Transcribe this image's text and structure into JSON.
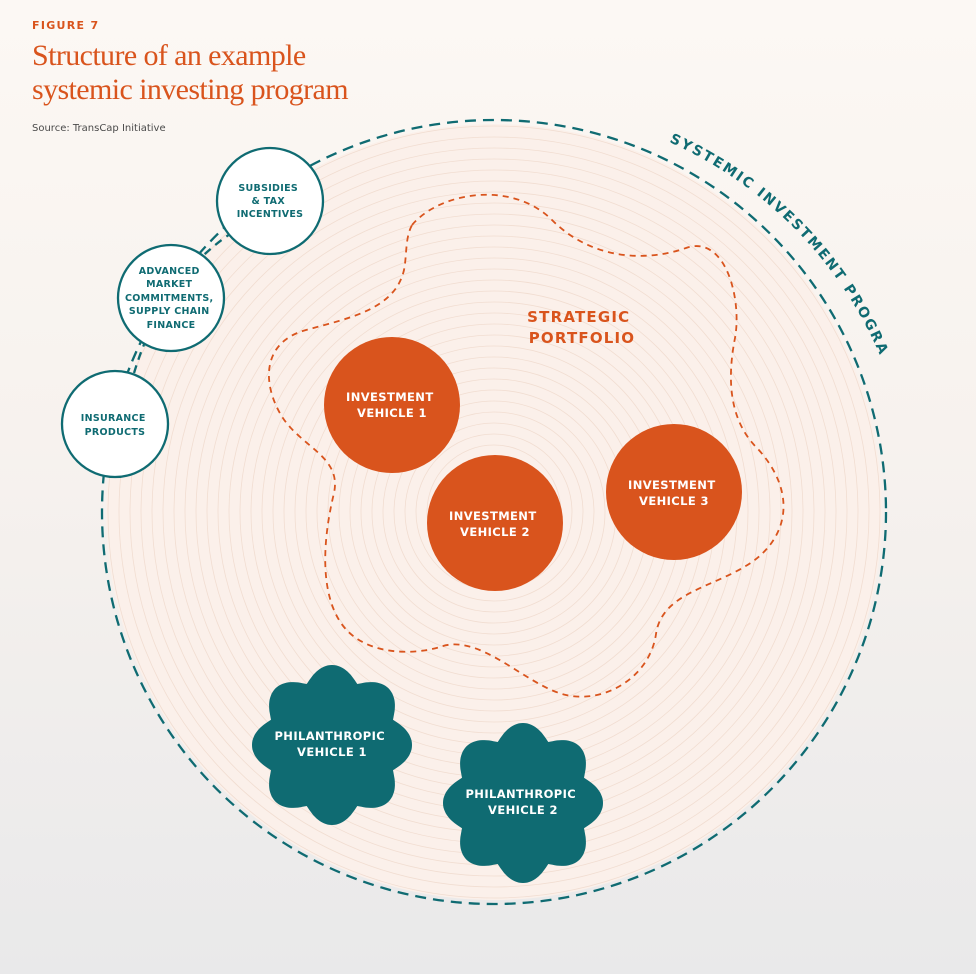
{
  "figure_label": "FIGURE 7",
  "title_line1": "Structure of an example",
  "title_line2": "systemic investing program",
  "source": "Source: TransCap Initiative",
  "program_label": "SYSTEMIC INVESTMENT PROGRAM",
  "strategic_portfolio": {
    "line1": "STRATEGIC",
    "line2": "PORTFOLIO"
  },
  "investment_vehicles": [
    {
      "line1": "INVESTMENT",
      "line2": "VEHICLE 1"
    },
    {
      "line1": "INVESTMENT",
      "line2": "VEHICLE 2"
    },
    {
      "line1": "INVESTMENT",
      "line2": "VEHICLE 3"
    }
  ],
  "philanthropic_vehicles": [
    {
      "line1": "PHILANTHROPIC",
      "line2": "VEHICLE 1"
    },
    {
      "line1": "PHILANTHROPIC",
      "line2": "VEHICLE 2"
    }
  ],
  "external_instruments": [
    {
      "lines": [
        "SUBSIDIES",
        "& TAX",
        "INCENTIVES"
      ]
    },
    {
      "lines": [
        "ADVANCED",
        "MARKET",
        "COMMITMENTS,",
        "SUPPLY CHAIN",
        "FINANCE"
      ]
    },
    {
      "lines": [
        "INSURANCE",
        "PRODUCTS"
      ]
    }
  ],
  "colors": {
    "orange": "#d9541d",
    "teal": "#0f6b72",
    "program_fill": "#fbf0ea"
  }
}
